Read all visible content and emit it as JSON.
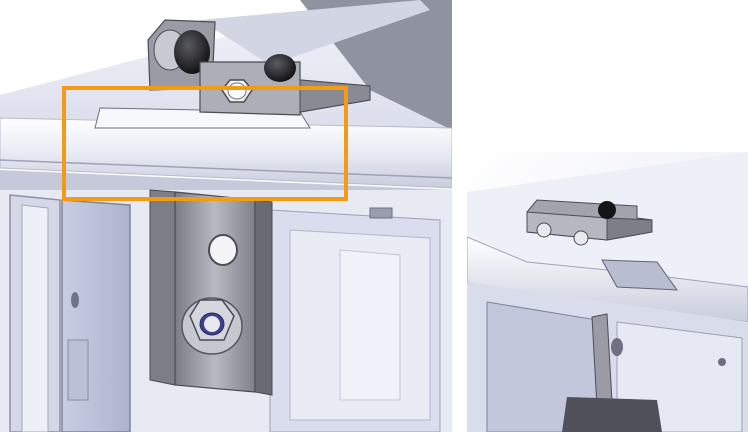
{
  "layout": {
    "type": "cad-render-figure",
    "panels": [
      "main-closeup-view",
      "overview-view"
    ]
  },
  "colors": {
    "highlight": "#F39A17",
    "metal": "#A9A9B4",
    "metal_dark": "#6E6E78",
    "body_light": "#EEF0F8",
    "body_mid": "#D7DAE8",
    "rubber": "#1E1E22",
    "background": "#FFFFFF"
  },
  "icons": {
    "bolt": "hex-bolt-icon",
    "washer": "washer-icon",
    "cap": "rubber-cap-icon"
  }
}
